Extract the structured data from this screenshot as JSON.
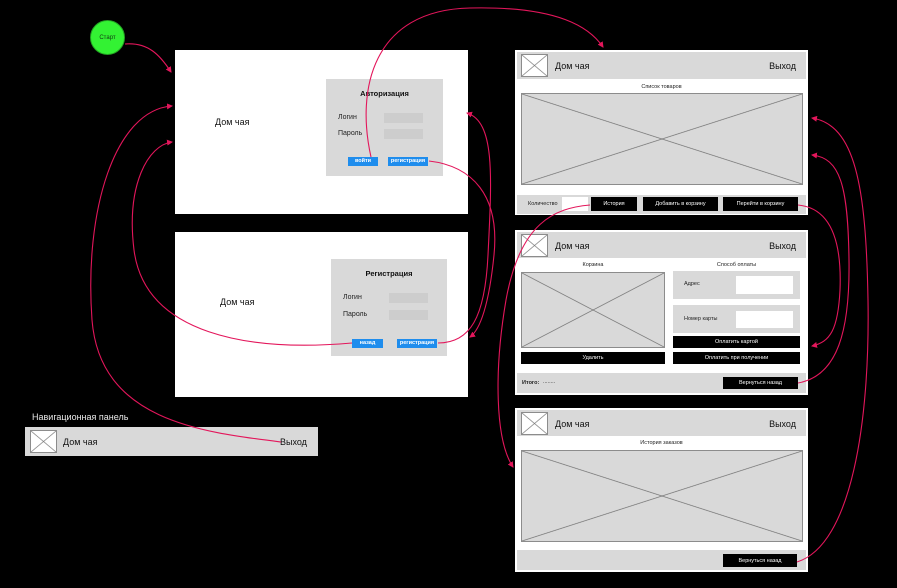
{
  "start": {
    "label": "Старт"
  },
  "auth_screen": {
    "brand": "Дом чая",
    "form": {
      "title": "Авторизация",
      "login_label": "Логин",
      "password_label": "Пароль",
      "login_button": "войти",
      "register_button": "регистрация"
    }
  },
  "register_screen": {
    "brand": "Дом чая",
    "form": {
      "title": "Регистрация",
      "login_label": "Логин",
      "password_label": "Пароль",
      "back_button": "назад",
      "register_button": "регистрация"
    }
  },
  "nav_panel": {
    "caption": "Навигационная панель",
    "brand": "Дом чая",
    "logout": "Выход"
  },
  "catalog_screen": {
    "header": {
      "brand": "Дом чая",
      "logout": "Выход"
    },
    "list_title": "Список товаров",
    "quantity_label": "Количество",
    "history_button": "История",
    "add_to_cart_button": "Добавить в корзину",
    "go_to_cart_button": "Перейти в корзину"
  },
  "cart_screen": {
    "header": {
      "brand": "Дом чая",
      "logout": "Выход"
    },
    "cart_title": "Корзина",
    "payment_title": "Способ оплаты",
    "address_label": "Адрес",
    "card_number_label": "Номер карты",
    "delete_button": "Удалить",
    "pay_by_card_button": "Оплатить картой",
    "pay_on_delivery_button": "Оплатить при получении",
    "total_label": "Итого:",
    "total_value": "........",
    "back_button": "Вернуться назад"
  },
  "history_screen": {
    "header": {
      "brand": "Дом чая",
      "logout": "Выход"
    },
    "title": "История заказов",
    "back_button": "Вернуться назад"
  },
  "colors": {
    "background": "#000000",
    "screen": "#ffffff",
    "frame": "#d9d9d9",
    "field": "#cdcdcd",
    "primary_button": "#1f8ded",
    "dark_button": "#000000",
    "start_node": "#33f233",
    "arrow": "#e3165b"
  }
}
